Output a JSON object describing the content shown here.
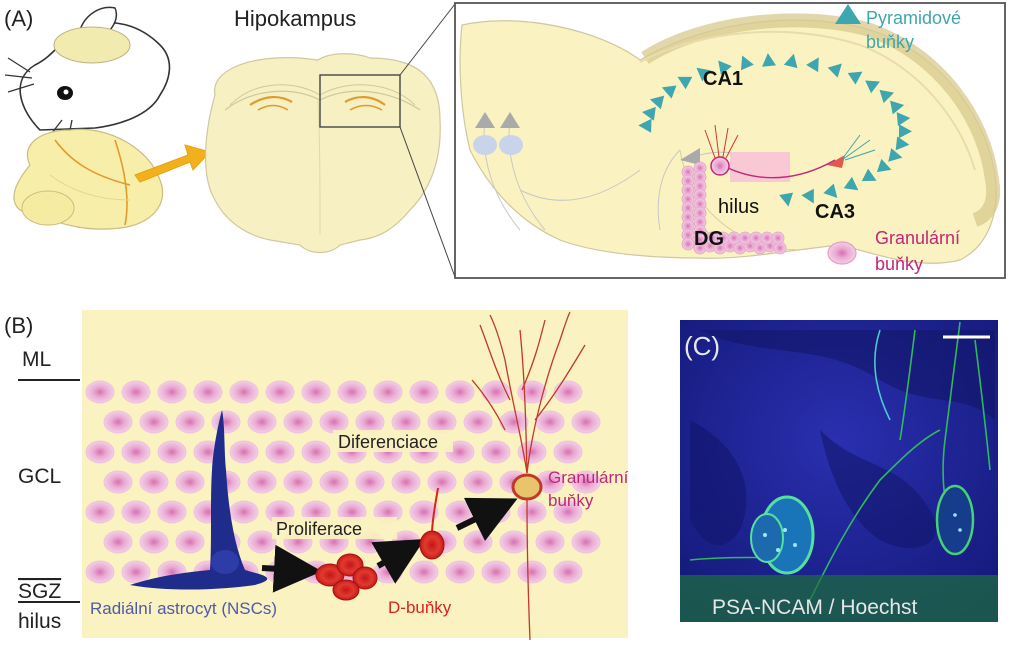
{
  "panelA": {
    "label": "(A)",
    "title": "Hipokampus",
    "pyramidal_label_line1": "Pyramidové",
    "pyramidal_label_line2": "buňky",
    "ca1": "CA1",
    "ca3": "CA3",
    "hilus": "hilus",
    "dg": "DG",
    "granular_label_line1": "Granulární",
    "granular_label_line2": "buňky"
  },
  "panelB": {
    "label": "(B)",
    "layer_ml": "ML",
    "layer_gcl": "GCL",
    "layer_sgz": "SGZ",
    "layer_hilus": "hilus",
    "differentiation": "Diferenciace",
    "proliferation": "Proliferace",
    "granular_line1": "Granulární",
    "granular_line2": "buňky",
    "radial_astrocyte": "Radiální astrocyt (NSCs)",
    "d_cells": "D-buňky"
  },
  "panelC": {
    "label": "(C)",
    "caption": "PSA-NCAM / Hoechst"
  },
  "colors": {
    "tissue": "#faf2c0",
    "teal": "#3ea6ae",
    "magenta": "#c2267a",
    "pink_cell": "#e8a6cf",
    "red": "#d9231f",
    "navy": "#1f2c8c",
    "slate": "#4f5aa8",
    "orange_arrow": "#f2b11c"
  }
}
